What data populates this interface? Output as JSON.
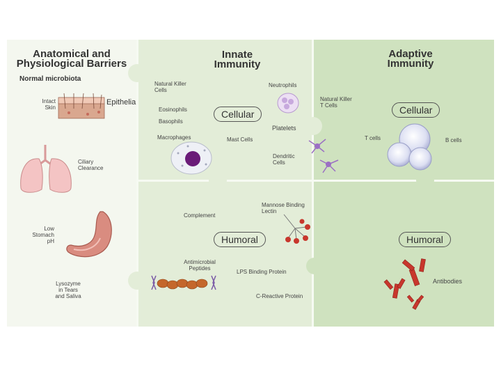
{
  "barriers": {
    "title_line1": "Anatomical and",
    "title_line2": "Physiological Barriers",
    "normal_microbiota": "Normal microbiota",
    "intact_skin_1": "Intact",
    "intact_skin_2": "Skin",
    "epithelia": "Epithelia",
    "ciliary_1": "Ciliary",
    "ciliary_2": "Clearance",
    "stomach_1": "Low",
    "stomach_2": "Stomach",
    "stomach_3": "pH",
    "lysozyme_1": "Lysozyme",
    "lysozyme_2": "in Tears",
    "lysozyme_3": "and Saliva"
  },
  "innate": {
    "title_line1": "Innate",
    "title_line2": "Immunity",
    "cellular_label": "Cellular",
    "humoral_label": "Humoral",
    "nk_1": "Natural Killer",
    "nk_2": "Cells",
    "eosinophils": "Eosinophils",
    "basophils": "Basophils",
    "macrophages": "Macrophages",
    "mast_cells": "Mast Cells",
    "neutrophils": "Neutrophils",
    "platelets": "Platelets",
    "dendritic_1": "Dendritic",
    "dendritic_2": "Cells",
    "complement": "Complement",
    "mbl_1": "Mannose Binding",
    "mbl_2": "Lectin",
    "amp_1": "Antimicrobial",
    "amp_2": "Peptides",
    "lps": "LPS Binding Protein",
    "crp": "C-Reactive Protein"
  },
  "adaptive": {
    "title_line1": "Adaptive",
    "title_line2": "Immunity",
    "cellular_label": "Cellular",
    "humoral_label": "Humoral",
    "nkt_1": "Natural Killer",
    "nkt_2": "T Cells",
    "t_cells": "T cells",
    "b_cells": "B cells",
    "antibodies": "Antibodies"
  },
  "colors": {
    "barriers_bg": "#f4f7ef",
    "innate_bg": "#e3edd8",
    "adaptive_bg": "#cfe2bf",
    "antibody_red": "#c8372d",
    "neutrophil_purple": "#b89ad0",
    "dendritic_purple": "#9b6fc4"
  }
}
